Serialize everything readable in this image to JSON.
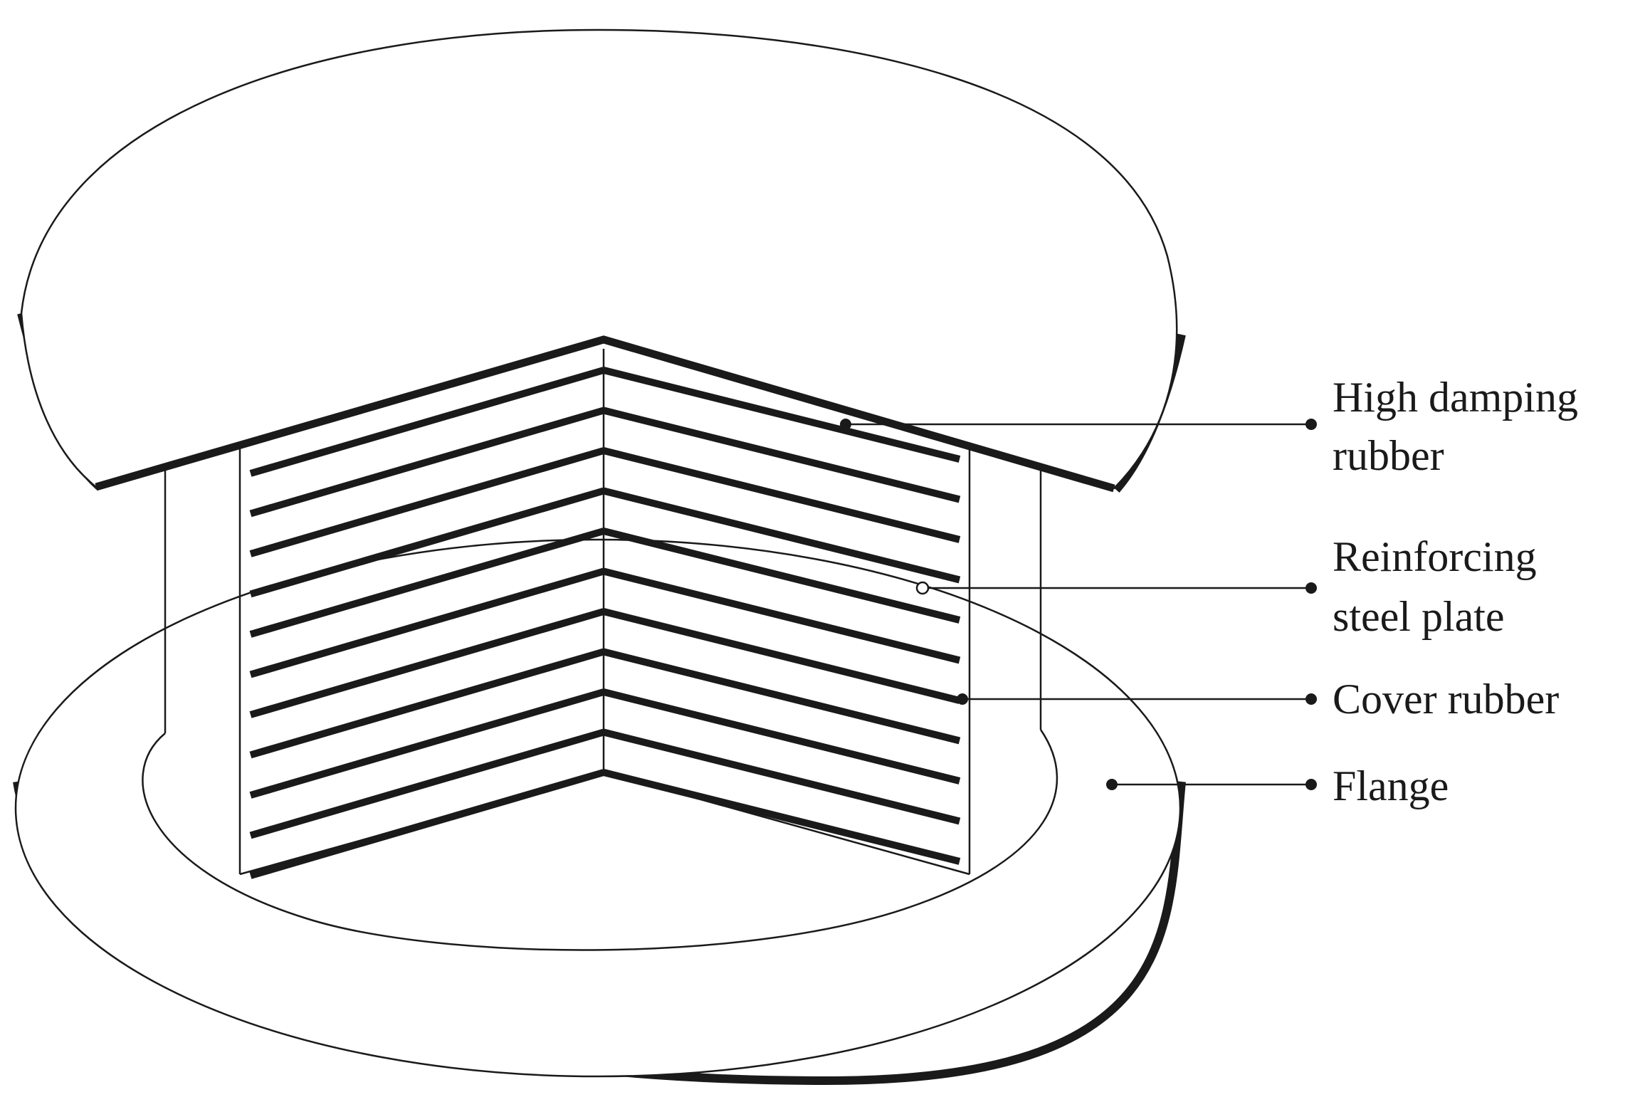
{
  "labels": {
    "hdr_line1": "High damping",
    "hdr_line2": "rubber",
    "steel_line1": "Reinforcing",
    "steel_line2": "steel plate",
    "cover": "Cover rubber",
    "flange": "Flange"
  },
  "steel_plates": {
    "count": 11
  },
  "colors": {
    "ink": "#1a1a1a",
    "background": "#ffffff"
  }
}
